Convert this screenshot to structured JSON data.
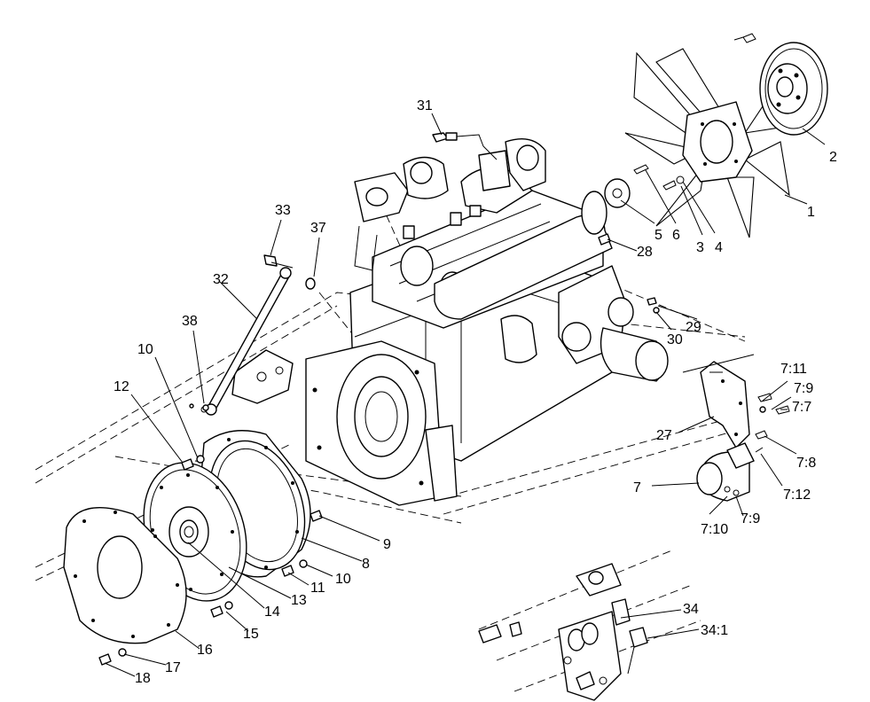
{
  "callouts": [
    {
      "id": "c1",
      "text": "1"
    },
    {
      "id": "c2",
      "text": "2"
    },
    {
      "id": "c3",
      "text": "3"
    },
    {
      "id": "c4",
      "text": "4"
    },
    {
      "id": "c5",
      "text": "5"
    },
    {
      "id": "c6",
      "text": "6"
    },
    {
      "id": "c7",
      "text": "7"
    },
    {
      "id": "c8",
      "text": "8"
    },
    {
      "id": "c9",
      "text": "9"
    },
    {
      "id": "c10a",
      "text": "10"
    },
    {
      "id": "c10b",
      "text": "10"
    },
    {
      "id": "c11",
      "text": "11"
    },
    {
      "id": "c12",
      "text": "12"
    },
    {
      "id": "c13",
      "text": "13"
    },
    {
      "id": "c14",
      "text": "14"
    },
    {
      "id": "c15",
      "text": "15"
    },
    {
      "id": "c16",
      "text": "16"
    },
    {
      "id": "c17",
      "text": "17"
    },
    {
      "id": "c18",
      "text": "18"
    },
    {
      "id": "c27",
      "text": "27"
    },
    {
      "id": "c28",
      "text": "28"
    },
    {
      "id": "c29",
      "text": "29"
    },
    {
      "id": "c30",
      "text": "30"
    },
    {
      "id": "c31",
      "text": "31"
    },
    {
      "id": "c32",
      "text": "32"
    },
    {
      "id": "c33",
      "text": "33"
    },
    {
      "id": "c34",
      "text": "34"
    },
    {
      "id": "c341",
      "text": "34:1"
    },
    {
      "id": "c37",
      "text": "37"
    },
    {
      "id": "c38",
      "text": "38"
    },
    {
      "id": "c77",
      "text": "7:7"
    },
    {
      "id": "c78",
      "text": "7:8"
    },
    {
      "id": "c79a",
      "text": "7:9"
    },
    {
      "id": "c79b",
      "text": "7:9"
    },
    {
      "id": "c710",
      "text": "7:10"
    },
    {
      "id": "c711",
      "text": "7:11"
    },
    {
      "id": "c712",
      "text": "7:12"
    }
  ]
}
